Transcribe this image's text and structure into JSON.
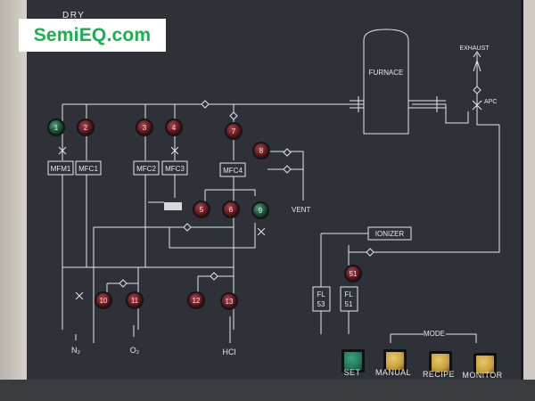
{
  "branding": {
    "logo_text": "SemiEQ.com",
    "logo_color": "#16b24a"
  },
  "panel": {
    "title": "DRY",
    "furnace_label": "FURNACE",
    "exhaust_label": "EXHAUST",
    "apc_label": "APC",
    "vent_label": "VENT",
    "ionizer_label": "IONIZER"
  },
  "gas_inlets": {
    "n2": "N₂",
    "o2": "O₂",
    "hcl": "HCl"
  },
  "mfcs": [
    {
      "id": "mfm1",
      "label": "MFM1"
    },
    {
      "id": "mfc1",
      "label": "MFC1"
    },
    {
      "id": "mfc2",
      "label": "MFC2"
    },
    {
      "id": "mfc3",
      "label": "MFC3"
    },
    {
      "id": "mfc4",
      "label": "MFC4"
    }
  ],
  "filters": [
    {
      "id": "fl53",
      "line1": "FL",
      "line2": "53"
    },
    {
      "id": "fl51",
      "line1": "FL",
      "line2": "51"
    }
  ],
  "valves": [
    {
      "id": "v1",
      "label": "1",
      "color": "green"
    },
    {
      "id": "v2",
      "label": "2",
      "color": "red"
    },
    {
      "id": "v3",
      "label": "3",
      "color": "red"
    },
    {
      "id": "v4",
      "label": "4",
      "color": "red"
    },
    {
      "id": "v5",
      "label": "5",
      "color": "red"
    },
    {
      "id": "v6",
      "label": "6",
      "color": "red"
    },
    {
      "id": "v7",
      "label": "7",
      "color": "red"
    },
    {
      "id": "v8",
      "label": "8",
      "color": "red"
    },
    {
      "id": "v9",
      "label": "9",
      "color": "green"
    },
    {
      "id": "v10",
      "label": "10",
      "color": "red"
    },
    {
      "id": "v11",
      "label": "11",
      "color": "red"
    },
    {
      "id": "v12",
      "label": "12",
      "color": "red"
    },
    {
      "id": "v13",
      "label": "13",
      "color": "red"
    },
    {
      "id": "v51",
      "label": "51",
      "color": "red"
    }
  ],
  "controls": {
    "mode_label": "MODE",
    "set_label": "SET",
    "manual_label": "MANUAL",
    "recipe_label": "RECIPE",
    "monitor_label": "MONITOR"
  },
  "colors": {
    "panel": "#2e3138",
    "line": "#e6e6e6",
    "valve_red": "#6e1f24",
    "valve_green": "#1f5a3e",
    "button_green": "#1f7a5c",
    "button_yellow": "#c9a23a"
  }
}
